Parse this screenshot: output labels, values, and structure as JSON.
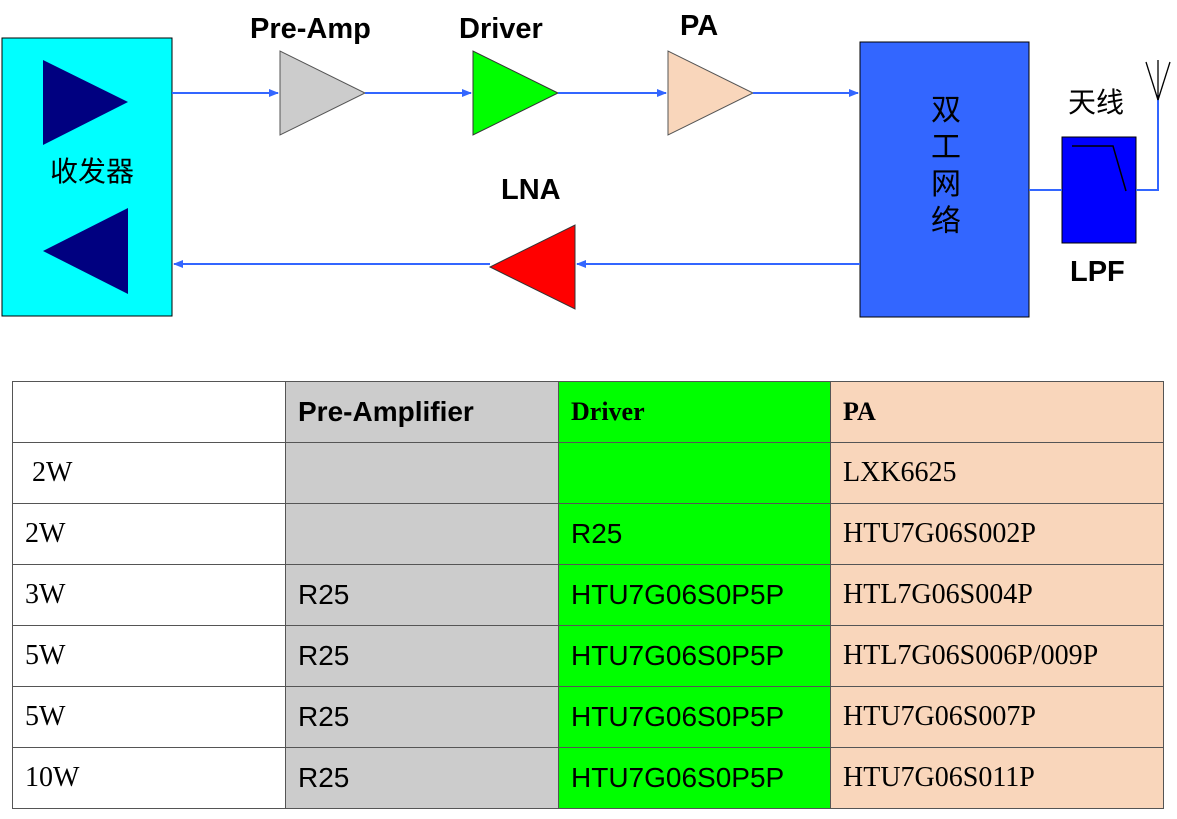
{
  "colors": {
    "transceiver_fill": "#00ffff",
    "triangle_dark": "#000080",
    "preamp_gray": "#cccccc",
    "driver_green": "#00ff00",
    "pa_peach": "#f9d6bb",
    "lna_red": "#ff0000",
    "duplexer_blue": "#3366ff",
    "lpf_blue": "#0000ff",
    "signal_arrow": "#3366ff",
    "table_gray": "#cccccc",
    "table_green": "#00ff00",
    "table_peach": "#f9d6bb"
  },
  "diagram": {
    "transceiver_label": "收发器",
    "preamp_label": "Pre-Amp",
    "driver_label": "Driver",
    "pa_label": "PA",
    "lna_label": "LNA",
    "duplexer_label": "双工网络",
    "antenna_label": "天线",
    "lpf_label": "LPF"
  },
  "table": {
    "headers": [
      "",
      "Pre-Amplifier",
      "Driver",
      "PA"
    ],
    "rows": [
      [
        " 2W",
        "",
        "",
        "LXK6625"
      ],
      [
        "2W",
        "",
        "R25",
        "HTU7G06S002P"
      ],
      [
        "3W",
        "R25",
        "HTU7G06S0P5P",
        "HTL7G06S004P"
      ],
      [
        "5W",
        "R25",
        "HTU7G06S0P5P",
        "HTL7G06S006P/009P"
      ],
      [
        "5W",
        "R25",
        "HTU7G06S0P5P",
        "HTU7G06S007P"
      ],
      [
        "10W",
        "R25",
        "HTU7G06S0P5P",
        "HTU7G06S011P"
      ]
    ]
  }
}
